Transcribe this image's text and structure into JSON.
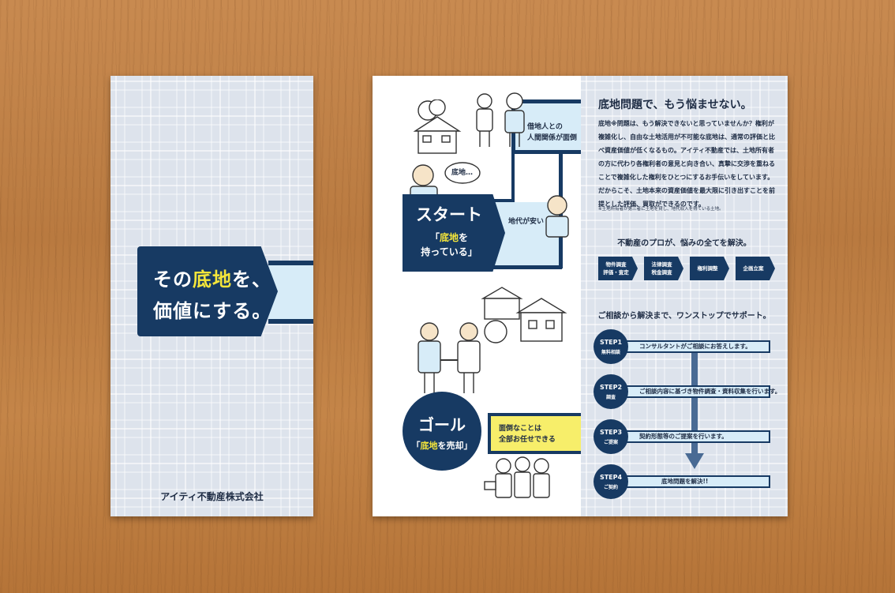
{
  "cover": {
    "title_line1_before": "その",
    "title_line1_highlight": "底地",
    "title_line1_after": "を、",
    "title_line2": "価値にする。",
    "company": "アイティ不動産株式会社"
  },
  "story": {
    "captions": {
      "relations_line1": "借地人との",
      "relations_line2": "人間関係が面倒",
      "rent_low": "地代が安い",
      "thought_bubble": "底地…",
      "easy_line1": "面倒なことは",
      "easy_line2": "全部お任せできる"
    },
    "start": {
      "label": "スタート",
      "sub_line1_open": "「",
      "sub_line1_highlight": "底地",
      "sub_line1_after": "を",
      "sub_line2": "持っている」"
    },
    "goal": {
      "label": "ゴール",
      "sub_open": "「",
      "sub_highlight": "底地",
      "sub_after": "を売却」"
    }
  },
  "info": {
    "heading": "底地問題で、もう悩ませない。",
    "body": "底地※問題は、もう解決できないと思っていませんか？権利が複雑化し、自由な土地活用が不可能な底地は、通常の評価と比べ資産価値が低くなるもの。アイティ不動産では、土地所有者の方に代わり各権利者の意見と向き合い、真摯に交渉を重ねることで複雑化した権利をひとつにするお手伝いをしています。だからこそ、土地本来の資産価値を最大限に引き出すことを前提とした評価、買取ができるのです。",
    "note": "※土地所有者が第三者に土地を貸し、地代収入を得ている土地。",
    "services_heading": "不動産のプロが、悩みの全てを解決。",
    "services": [
      {
        "line1": "物件調査",
        "line2": "評価・査定"
      },
      {
        "line1": "法律調査",
        "line2": "税金調査"
      },
      {
        "line1": "権利調整",
        "line2": ""
      },
      {
        "line1": "企画立案",
        "line2": ""
      }
    ],
    "steps_heading": "ご相談から解決まで、ワンストップでサポート。",
    "steps": [
      {
        "step": "STEP1",
        "name": "無料相談",
        "text": "コンサルタントがご相談にお答えします。"
      },
      {
        "step": "STEP2",
        "name": "調査",
        "text": "ご相談内容に基づき物件調査・資料収集を行います。"
      },
      {
        "step": "STEP3",
        "name": "ご提案",
        "text": "契約形態等のご提案を行います。"
      },
      {
        "step": "STEP4",
        "name": "ご契約",
        "text": "底地問題を解決!!"
      }
    ]
  },
  "colors": {
    "navy": "#173a63",
    "light_blue": "#d7ecf8",
    "highlight_yellow": "#f5e63a",
    "pattern_gray": "#dde3ec",
    "wood": "#c08046"
  }
}
